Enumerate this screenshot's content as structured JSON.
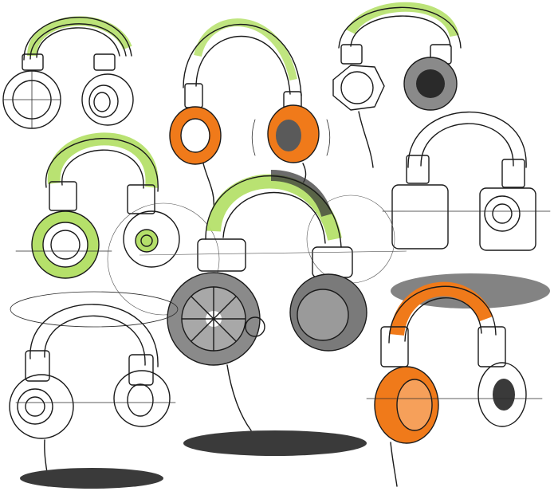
{
  "canvas": {
    "background": "#ffffff"
  },
  "palette": {
    "ink": "#1a1a1a",
    "lime": "#b5e06a",
    "lime_dark": "#8cc63f",
    "orange": "#f07a1a",
    "orange_light": "#f6a05a",
    "grey": "#8a8a8a",
    "grey_dark": "#5a5a5a",
    "shadow": "#3a3a3a"
  },
  "sketches": [
    {
      "name": "headphone-sketch-top-left",
      "accent": "lime"
    },
    {
      "name": "headphone-sketch-top-center",
      "accent": "orange"
    },
    {
      "name": "headphone-sketch-top-right",
      "accent": "lime"
    },
    {
      "name": "headphone-sketch-mid-left",
      "accent": "lime"
    },
    {
      "name": "headphone-sketch-right-square",
      "accent": "none"
    },
    {
      "name": "headphone-sketch-center-large",
      "accent": "lime"
    },
    {
      "name": "headphone-sketch-bottom-left",
      "accent": "none"
    },
    {
      "name": "headphone-sketch-bottom-right",
      "accent": "orange"
    }
  ]
}
